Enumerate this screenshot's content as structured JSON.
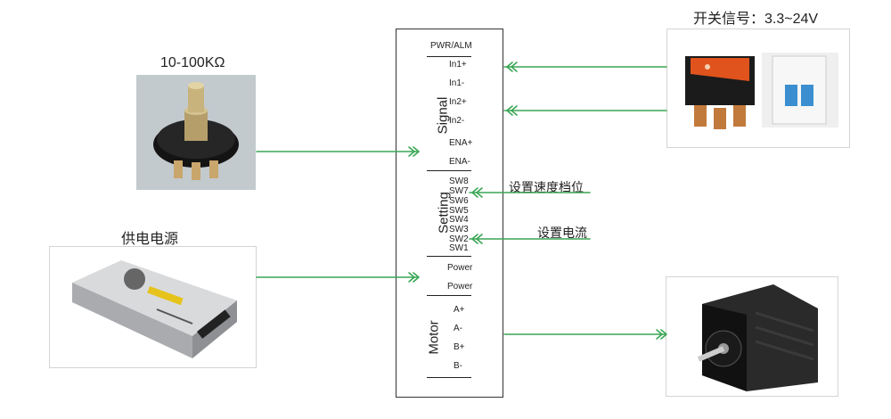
{
  "captions": {
    "potentiometer": "10-100KΩ",
    "power_supply": "供电电源",
    "switch_signal": "开关信号：3.3~24V"
  },
  "driver": {
    "top_label": "PWR/ALM",
    "signal": {
      "title": "Signal",
      "terminals": [
        "In1+",
        "In1-",
        "In2+",
        "In2-",
        "ENA+",
        "ENA-"
      ]
    },
    "setting": {
      "title": "Setting",
      "switches": [
        "SW8",
        "SW7",
        "SW6",
        "SW5",
        "SW4",
        "SW3",
        "SW2",
        "SW1"
      ]
    },
    "power": {
      "terminals": [
        "Power",
        "Power"
      ]
    },
    "motor": {
      "title": "Motor",
      "terminals": [
        "A+",
        "A-",
        "B+",
        "B-"
      ]
    }
  },
  "annotations": {
    "speed": "设置速度档位",
    "current": "设置电流"
  },
  "colors": {
    "connection": "#3aa655",
    "outline": "#222222"
  }
}
